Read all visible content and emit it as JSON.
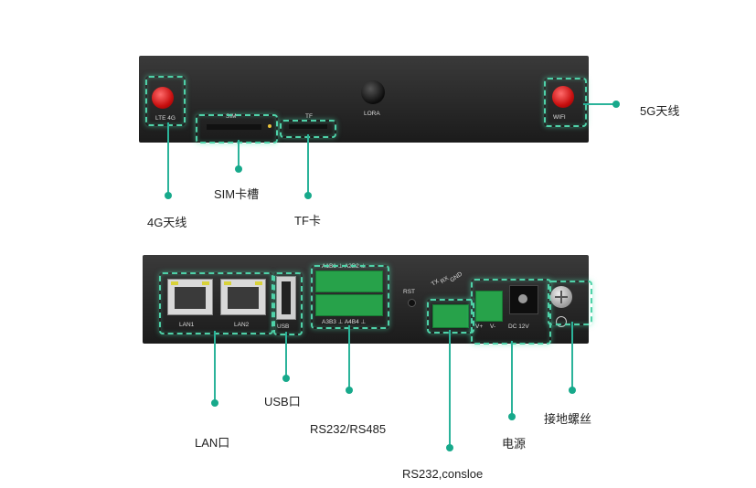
{
  "front_panel": {
    "silkscreen": {
      "lte": "LTE 4G",
      "sim": "SIM",
      "tf": "TF",
      "lora": "LORA",
      "wifi": "WIFI"
    }
  },
  "rear_panel": {
    "silkscreen": {
      "lan1": "LAN1",
      "lan2": "LAN2",
      "usb": "USB",
      "a1b1": "A1B1 ⊥  A2B2 ⊥",
      "a3b3": "A3B3 ⊥  A4B4 ⊥",
      "rst": "RST",
      "tx": "TX",
      "rx": "RX",
      "gnd": "GND",
      "vplus": "V+",
      "vminus": "V-",
      "dc": "DC 12V"
    }
  },
  "callouts": {
    "ant4g": "4G天线",
    "sim": "SIM卡槽",
    "tf": "TF卡",
    "ant5g": "5G天线",
    "lan": "LAN口",
    "usb": "USB口",
    "rs": "RS232/RS485",
    "console": "RS232,consloe",
    "power": "电源",
    "ground": "接地螺丝"
  },
  "colors": {
    "highlight": "#4fd1a8",
    "leader": "#2bb39a",
    "device": "#262626",
    "antenna": "#d41414",
    "terminal": "#27a24a"
  }
}
